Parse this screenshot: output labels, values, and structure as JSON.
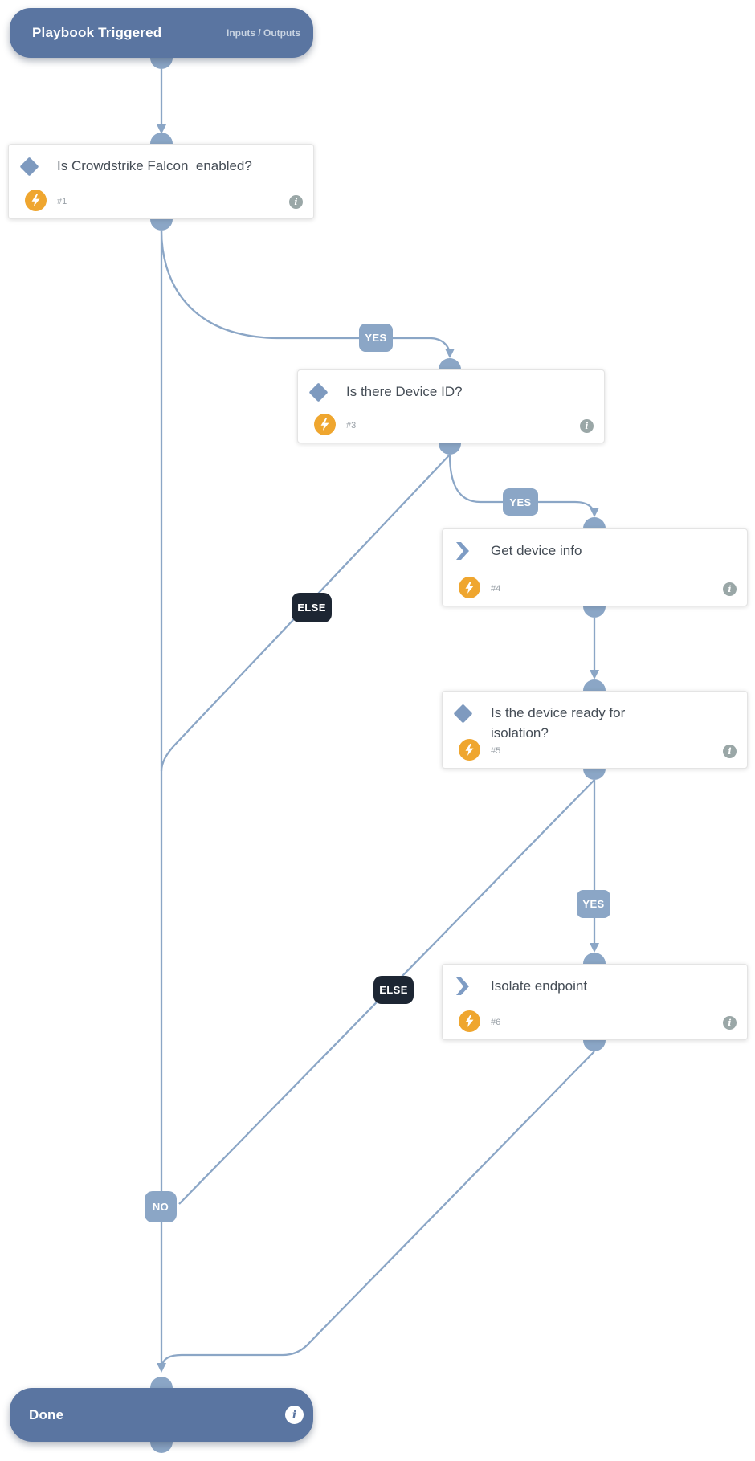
{
  "trigger": {
    "title": "Playbook Triggered",
    "tab": "Inputs / Outputs"
  },
  "done": {
    "title": "Done"
  },
  "tasks": {
    "t1": {
      "num": "#1",
      "title": "Is Crowdstrike Falcon  enabled?"
    },
    "t3": {
      "num": "#3",
      "title": "Is there Device ID?"
    },
    "t4": {
      "num": "#4",
      "title": "Get device info"
    },
    "t5": {
      "num": "#5",
      "title": "Is the device ready for\nisolation?"
    },
    "t6": {
      "num": "#6",
      "title": "Isolate endpoint"
    }
  },
  "edges": {
    "yes": "YES",
    "no": "NO",
    "else": "ELSE"
  },
  "info_glyph": "i",
  "colors": {
    "node-blue": "#5a75a1",
    "edge-blue": "#8ba6c6",
    "else-dark": "#1d2633",
    "bolt-orange": "#efa62f",
    "icon-blue": "#7e9abf",
    "title-gray": "#454d56",
    "meta-gray": "#99a0a7",
    "info-gray": "#9aa7a7",
    "card-border": "#e4e4e4",
    "tab-text": "#c9d4e2"
  }
}
